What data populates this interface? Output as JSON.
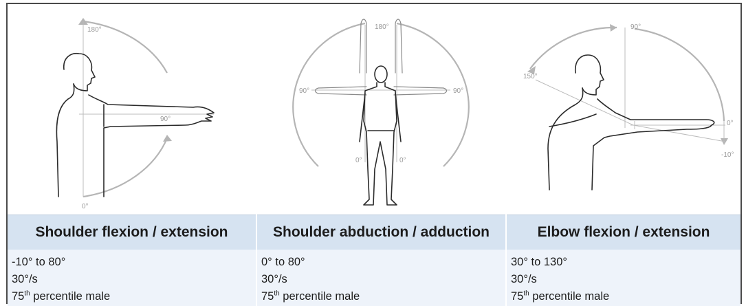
{
  "figures": {
    "shoulder_flexion": {
      "top_label": "180°",
      "mid_label": "90°",
      "bottom_label": "0°"
    },
    "shoulder_abduction": {
      "top_label": "180°",
      "left_label": "90°",
      "right_label": "90°",
      "bottom_left_label": "0°",
      "bottom_right_label": "0°"
    },
    "elbow_flexion": {
      "top_label": "90°",
      "left_label": "150°",
      "right_label": "0°",
      "bottom_label": "-10°"
    }
  },
  "columns": [
    {
      "title": "Shoulder flexion / extension",
      "range": "-10° to 80°",
      "speed": "30°/s",
      "percentile_num": "75",
      "percentile_sup": "th",
      "percentile_rest": " percentile male"
    },
    {
      "title": "Shoulder abduction / adduction",
      "range": "0° to 80°",
      "speed": "30°/s",
      "percentile_num": "75",
      "percentile_sup": "th",
      "percentile_rest": " percentile male"
    },
    {
      "title": "Elbow flexion / extension",
      "range": "30° to 130°",
      "speed": "30°/s",
      "percentile_num": "75",
      "percentile_sup": "th",
      "percentile_rest": " percentile male"
    }
  ]
}
